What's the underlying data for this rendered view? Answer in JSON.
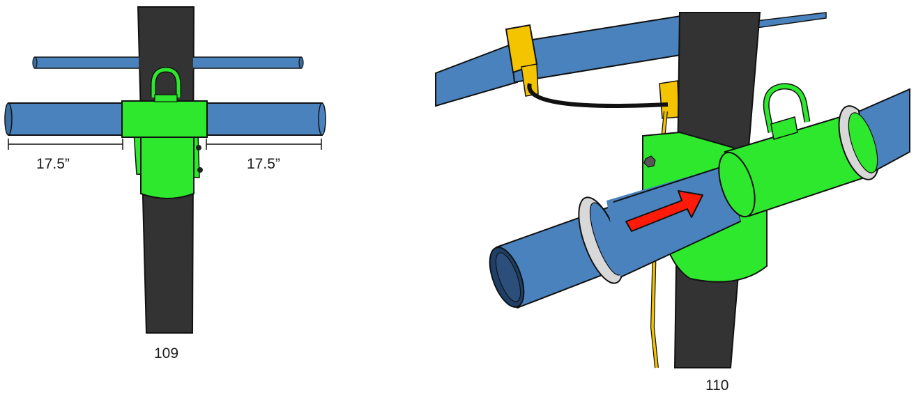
{
  "figures": [
    {
      "id": "109",
      "label": "109"
    },
    {
      "id": "110",
      "label": "110"
    }
  ],
  "dimensions": {
    "left": "17.5”",
    "right": "17.5”"
  },
  "colors": {
    "pole": "#333333",
    "pole_edge": "#111111",
    "crossbar_blue": "#4a82bd",
    "bracket_green": "#2ee82e",
    "tether_yellow": "#f5c400",
    "arrow_red": "#ff1a0a",
    "washer": "#d8d8d8"
  },
  "icons": {
    "direction_arrow": "red-arrow-icon",
    "d_ring": "d-ring-icon"
  }
}
